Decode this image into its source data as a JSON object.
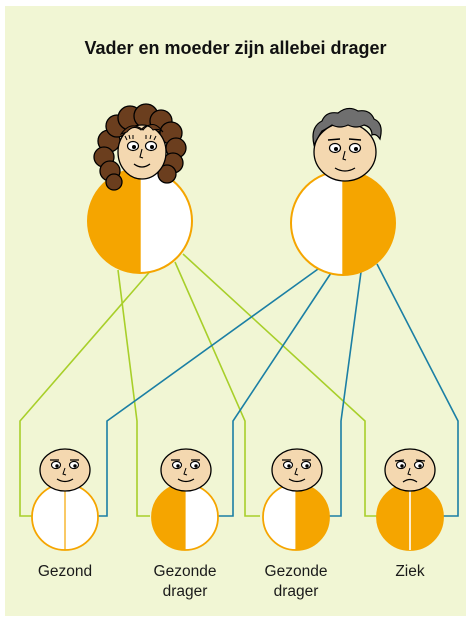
{
  "title": "Vader en moeder zijn allebei drager",
  "colors": {
    "background": "#f1f6d4",
    "allele_affected": "#f5a500",
    "allele_healthy": "#ffffff",
    "mother_line": "#a8cf2a",
    "father_line": "#1b7fa4",
    "face": "#f4d8b0",
    "mother_hair": "#6b3e1e",
    "father_hair": "#6f6f6f"
  },
  "parents": [
    {
      "role": "mother",
      "icon": "mother-face-icon",
      "left_half": "affected",
      "right_half": "healthy"
    },
    {
      "role": "father",
      "icon": "father-face-icon",
      "left_half": "healthy",
      "right_half": "affected"
    }
  ],
  "children": [
    {
      "label": "Gezond",
      "left_half": "healthy",
      "right_half": "healthy",
      "expression": "smile"
    },
    {
      "label": "Gezonde drager",
      "left_half": "affected",
      "right_half": "healthy",
      "expression": "smile"
    },
    {
      "label": "Gezonde drager",
      "left_half": "healthy",
      "right_half": "affected",
      "expression": "smile"
    },
    {
      "label": "Ziek",
      "left_half": "affected",
      "right_half": "affected",
      "expression": "frown"
    }
  ]
}
